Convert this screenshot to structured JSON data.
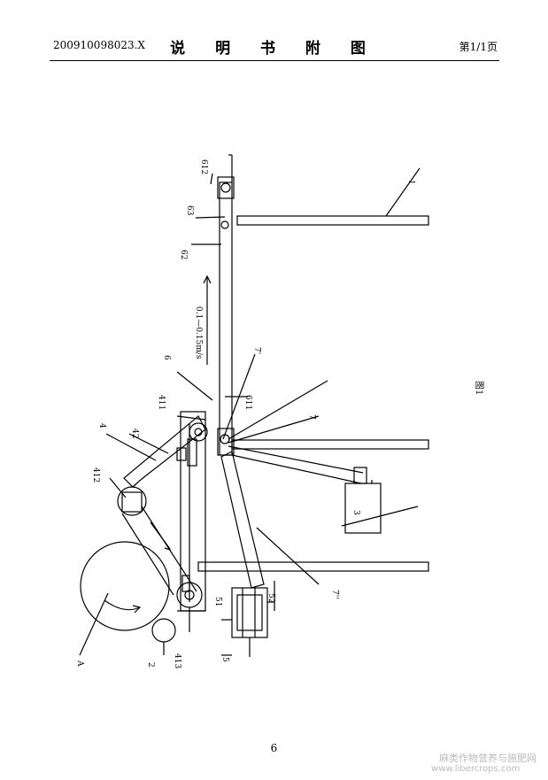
{
  "header": {
    "application_number": "200910098023.X",
    "title": "说 明 书 附 图",
    "page_of": "第1/1页"
  },
  "footer": {
    "page_number": "6"
  },
  "watermark": {
    "text_cn": "麻类作物营养与施肥网",
    "url": "www.libercrops.com"
  },
  "figure": {
    "caption": "图1",
    "speed_annotation": "0.1—0.15m/s",
    "labels": {
      "l1": "1",
      "l2": "2",
      "l3": "3",
      "l4": "4",
      "l42": "42",
      "l411": "411",
      "l412": "412",
      "l413": "413",
      "l5": "5",
      "l51": "51",
      "l52": "52",
      "l6": "6",
      "l62": "62",
      "l63": "63",
      "l611": "611",
      "l612": "612",
      "l7": "7",
      "l7p": "7'",
      "l7pp": "7''",
      "lA": "A"
    }
  }
}
